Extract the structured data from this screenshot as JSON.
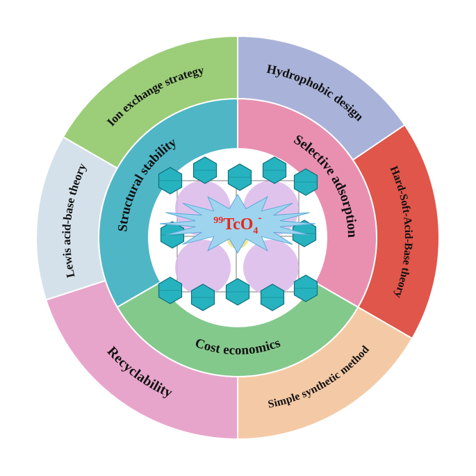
{
  "diagram": {
    "center": {
      "label_mass": "99",
      "label_species": "TcO",
      "label_subscript": "4",
      "label_charge": "-",
      "colors": {
        "octahedra": "#26b3bf",
        "spheres": "#d9b8ea",
        "burst": "#9fd4ef",
        "label": "#e8261c"
      }
    },
    "inner_ring": [
      {
        "id": "structural-stability",
        "label": "Structural stability",
        "color": "#4fb6c6"
      },
      {
        "id": "selective-adsorption",
        "label": "Selective adsorption",
        "color": "#e990b0"
      },
      {
        "id": "cost-economics",
        "label": "Cost economics",
        "color": "#84c98c"
      }
    ],
    "outer_ring": [
      {
        "id": "hydrophobic-design",
        "label": "Hydrophobic design",
        "color": "#a9b3d9"
      },
      {
        "id": "hsab-theory",
        "label": "Hard-Soft-Acid-Base theory",
        "color": "#e0564a"
      },
      {
        "id": "simple-synthetic-method",
        "label": "Simple synthetic method",
        "color": "#f4caa6"
      },
      {
        "id": "recyclability",
        "label": "Recyclability",
        "color": "#e8a5cb"
      },
      {
        "id": "lewis-acid-base-theory",
        "label": "Lewis acid-base theory",
        "color": "#d5e1ea"
      },
      {
        "id": "ion-exchange-strategy",
        "label": "Ion exchange strategy",
        "color": "#9ccd78"
      }
    ]
  }
}
